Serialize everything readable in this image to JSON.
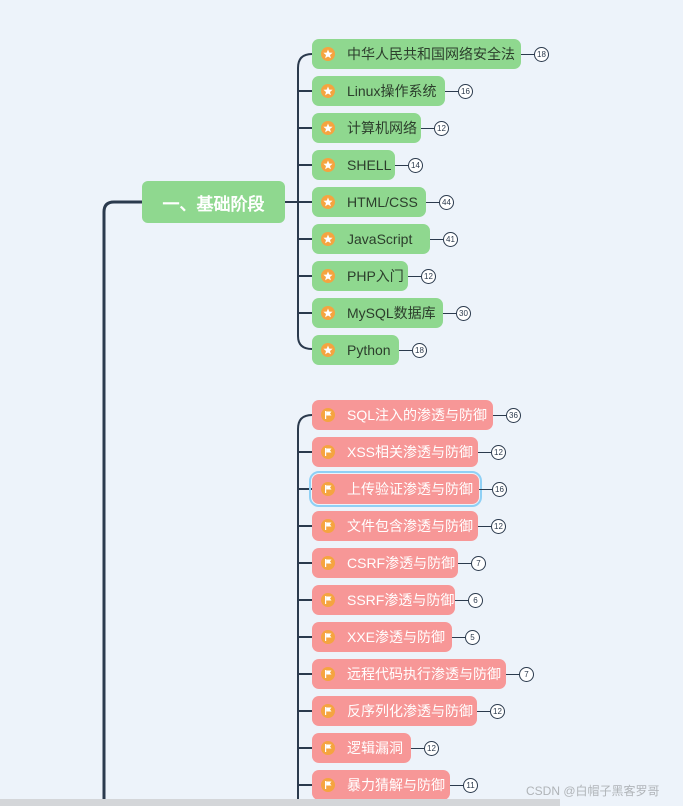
{
  "colors": {
    "background": "#edf3fa",
    "topic_green": "#8fd88f",
    "topic_red": "#f79797",
    "connector": "#2b3a4d",
    "star_marker": "#f5a440",
    "selection_outline": "#8fd0f5"
  },
  "central_topic": "一、基础阶段",
  "group_basic": {
    "marker_icon": "star-icon",
    "items": [
      {
        "label": "中华人民共和国网络安全法",
        "count": "18"
      },
      {
        "label": "Linux操作系统",
        "count": "16"
      },
      {
        "label": "计算机网络",
        "count": "12"
      },
      {
        "label": "SHELL",
        "count": "14"
      },
      {
        "label": "HTML/CSS",
        "count": "44"
      },
      {
        "label": "JavaScript",
        "count": "41"
      },
      {
        "label": "PHP入门",
        "count": "12"
      },
      {
        "label": "MySQL数据库",
        "count": "30"
      },
      {
        "label": "Python",
        "count": "18"
      }
    ]
  },
  "group_web": {
    "marker_icon": "flag-icon",
    "items": [
      {
        "label": "SQL注入的渗透与防御",
        "count": "36"
      },
      {
        "label": "XSS相关渗透与防御",
        "count": "12"
      },
      {
        "label": "上传验证渗透与防御",
        "count": "16",
        "selected": true
      },
      {
        "label": "文件包含渗透与防御",
        "count": "12"
      },
      {
        "label": "CSRF渗透与防御",
        "count": "7"
      },
      {
        "label": "SSRF渗透与防御",
        "count": "6"
      },
      {
        "label": "XXE渗透与防御",
        "count": "5"
      },
      {
        "label": "远程代码执行渗透与防御",
        "count": "7"
      },
      {
        "label": "反序列化渗透与防御",
        "count": "12"
      },
      {
        "label": "逻辑漏洞",
        "count": "12"
      },
      {
        "label": "暴力猜解与防御",
        "count": "11"
      }
    ]
  },
  "watermark": "CSDN @白帽子黑客罗哥"
}
